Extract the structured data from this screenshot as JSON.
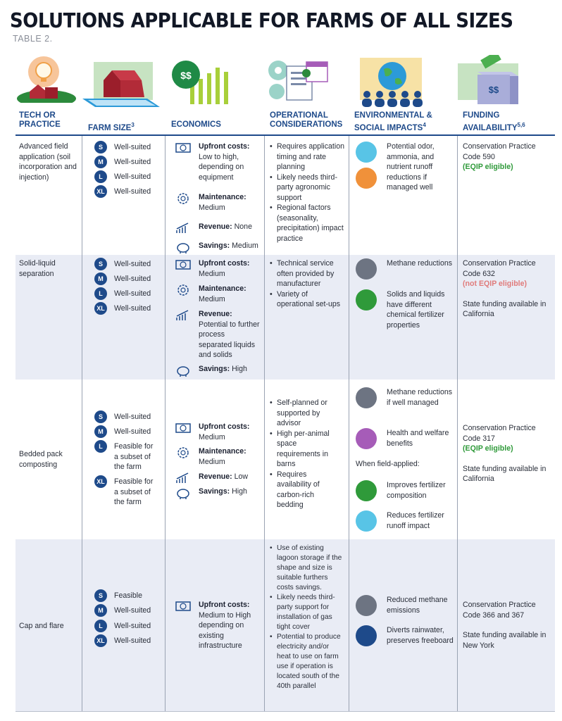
{
  "title": "SOLUTIONS APPLICABLE FOR FARMS OF ALL SIZES",
  "subtitle": "TABLE 2.",
  "headers": {
    "tech": "TECH OR PRACTICE",
    "size": "FARM SIZE",
    "size_sup": "3",
    "econ": "ECONOMICS",
    "ops": "OPERATIONAL CONSIDERATIONS",
    "env": "ENVIRONMENTAL & SOCIAL IMPACTS",
    "env_sup": "4",
    "fund": "FUNDING AVAILABILITY",
    "fund_sup": "5,6"
  },
  "icons": {
    "econ_badge": "$$",
    "fund_badge": "$$"
  },
  "colors": {
    "navy": "#1e4a8a",
    "green": "#2f9a3a",
    "red": "#e07b7b",
    "shade": "#e9ecf5"
  },
  "size_badges": [
    "S",
    "M",
    "L",
    "XL"
  ],
  "rows": [
    {
      "tech": "Advanced field application (soil incorporation and injection)",
      "sizes": [
        "Well-suited",
        "Well-suited",
        "Well-suited",
        "Well-suited"
      ],
      "econ": {
        "upfront_label": "Upfront costs:",
        "upfront": "Low to high, depending on equipment",
        "maint_label": "Maintenance:",
        "maint": "Medium",
        "rev_label": "Revenue:",
        "rev": "None",
        "sav_label": "Savings:",
        "sav": "Medium"
      },
      "ops": [
        "Requires application timing and rate planning",
        "Likely needs third-party agronomic support",
        "Regional factors (seasonality, precipitation) impact practice"
      ],
      "env": [
        "Potential odor, ammonia, and nutrient runoff reductions if managed well"
      ],
      "fund": {
        "text": "Conservation Practice Code 590",
        "flag": "(EQIP eligible)"
      }
    },
    {
      "tech": "Solid-liquid separation",
      "sizes": [
        "Well-suited",
        "Well-suited",
        "Well-suited",
        "Well-suited"
      ],
      "econ": {
        "upfront_label": "Upfront costs:",
        "upfront": "Medium",
        "maint_label": "Maintenance:",
        "maint": "Medium",
        "rev_label": "Revenue:",
        "rev": "Potential to further process separated liquids and solids",
        "sav_label": "Savings:",
        "sav": "High"
      },
      "ops": [
        "Technical service often provided by manufacturer",
        "Variety of operational set-ups"
      ],
      "env": [
        "Methane reductions",
        "Solids and liquids have different chemical fertilizer properties"
      ],
      "fund": {
        "text": "Conservation Practice Code 632",
        "flag": "(not EQIP eligible)",
        "extra": "State funding available in California"
      }
    },
    {
      "tech": "Bedded pack composting",
      "sizes": [
        "Well-suited",
        "Well-suited",
        "Feasible for a subset of the farm",
        "Feasible for a subset of the farm"
      ],
      "econ": {
        "upfront_label": "Upfront costs:",
        "upfront": "Medium",
        "maint_label": "Maintenance:",
        "maint": "Medium",
        "rev_label": "Revenue:",
        "rev": "Low",
        "sav_label": "Savings:",
        "sav": "High"
      },
      "ops": [
        "Self-planned or supported by advisor",
        "High per-animal space requirements in barns",
        "Requires availability of carbon-rich bedding"
      ],
      "env": [
        "Methane reductions if well managed",
        "Health and welfare benefits",
        "Improves fertilizer composition",
        "Reduces fertilizer runoff impact"
      ],
      "env_note": "When field-applied:",
      "fund": {
        "text": "Conservation Practice Code 317",
        "flag": "(EQIP eligible)",
        "extra": "State funding available in California"
      }
    },
    {
      "tech": "Cap and flare",
      "sizes": [
        "Feasible",
        "Well-suited",
        "Well-suited",
        "Well-suited"
      ],
      "econ": {
        "upfront_label": "Upfront costs:",
        "upfront": "Medium to High depending on existing infrastructure"
      },
      "ops": [
        "Use of existing lagoon storage if the shape and size is suitable furthers costs savings.",
        "Likely needs third-party support for installation of gas tight cover",
        "Potential to produce electricity and/or heat to use on farm use if operation is located south of the 40th parallel"
      ],
      "env": [
        "Reduced methane emissions",
        "Diverts rainwater, preserves freeboard"
      ],
      "fund": {
        "text": "Conservation Practice Code 366 and 367",
        "extra": "State funding available in New York"
      }
    }
  ]
}
